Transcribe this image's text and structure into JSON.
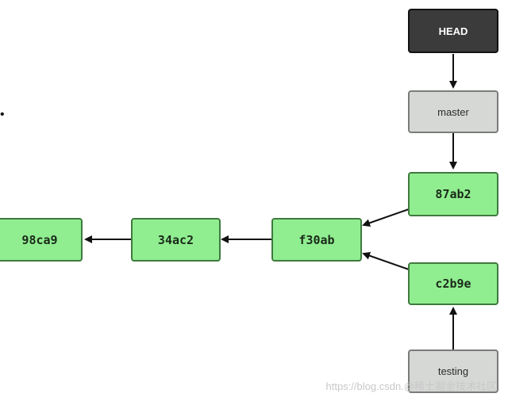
{
  "refs": {
    "head": "HEAD",
    "master": "master",
    "testing": "testing"
  },
  "commits": {
    "c1": "98ca9",
    "c2": "34ac2",
    "c3": "f30ab",
    "c4": "87ab2",
    "c5": "c2b9e"
  },
  "colors": {
    "commit_fill": "#90ee90",
    "commit_border": "#3f7a3f",
    "branch_fill": "#d6d8d6",
    "head_fill": "#3b3b3b",
    "arrow": "#111111"
  },
  "watermark": "https://blog.csdn.@稀土掘金技术社区",
  "edge_glyph": "•"
}
